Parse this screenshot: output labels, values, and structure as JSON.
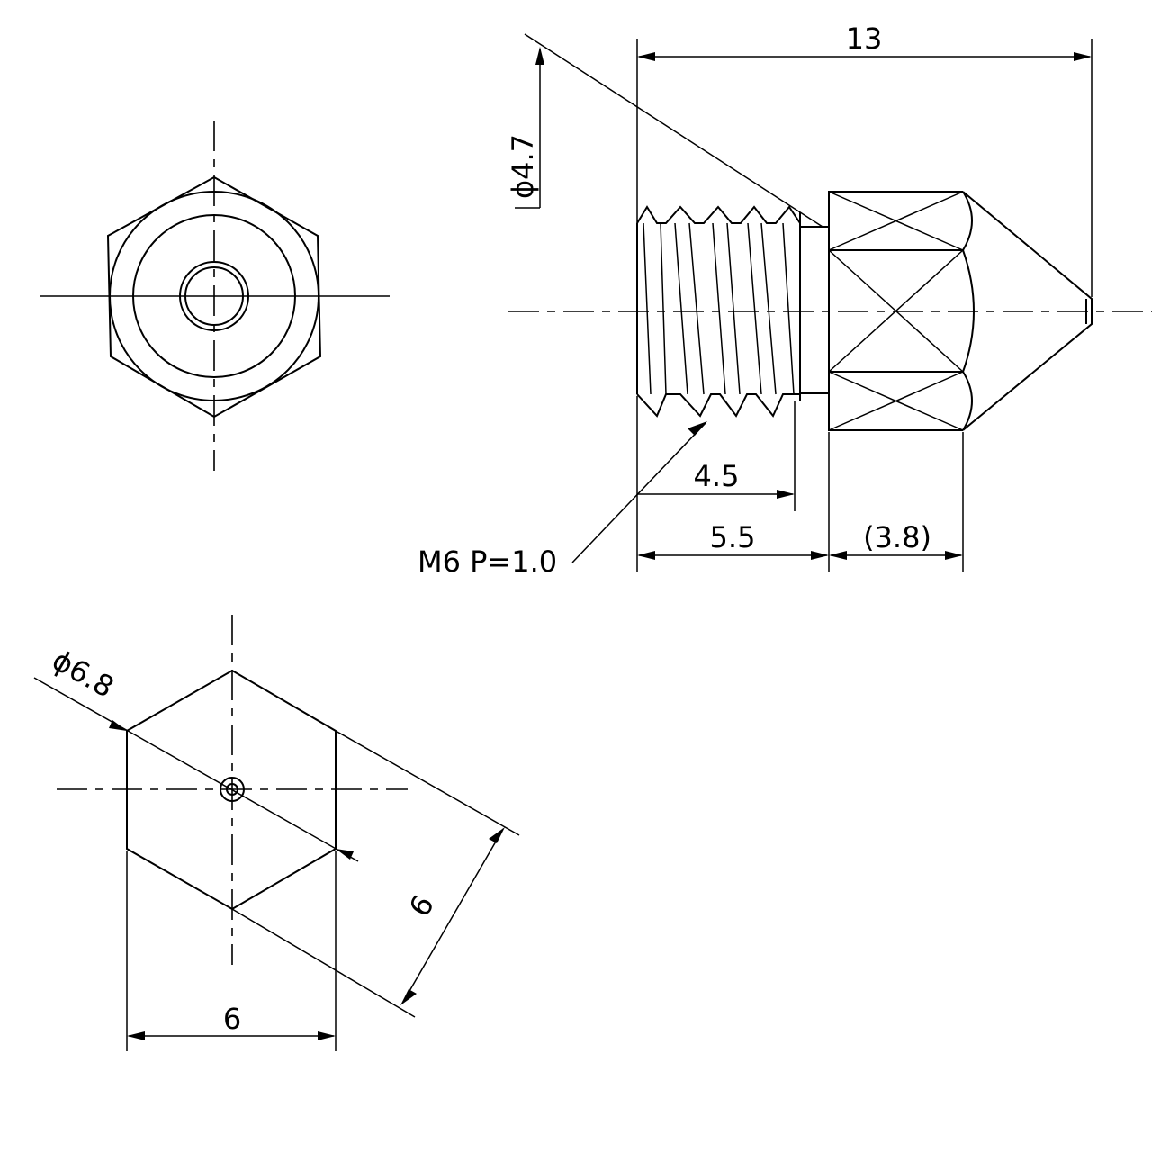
{
  "drawing": {
    "dimensions": {
      "overall_length": "13",
      "thread_tip_diameter": "ϕ4.7",
      "thread_length": "4.5",
      "shank_length": "5.5",
      "hex_cone_length": "(3.8)",
      "thread_callout": "M6 P=1.0",
      "hex_corner_diameter": "ϕ6.8",
      "hex_flat_width_vertical": "6",
      "hex_flat_width_diagonal": "6"
    }
  }
}
